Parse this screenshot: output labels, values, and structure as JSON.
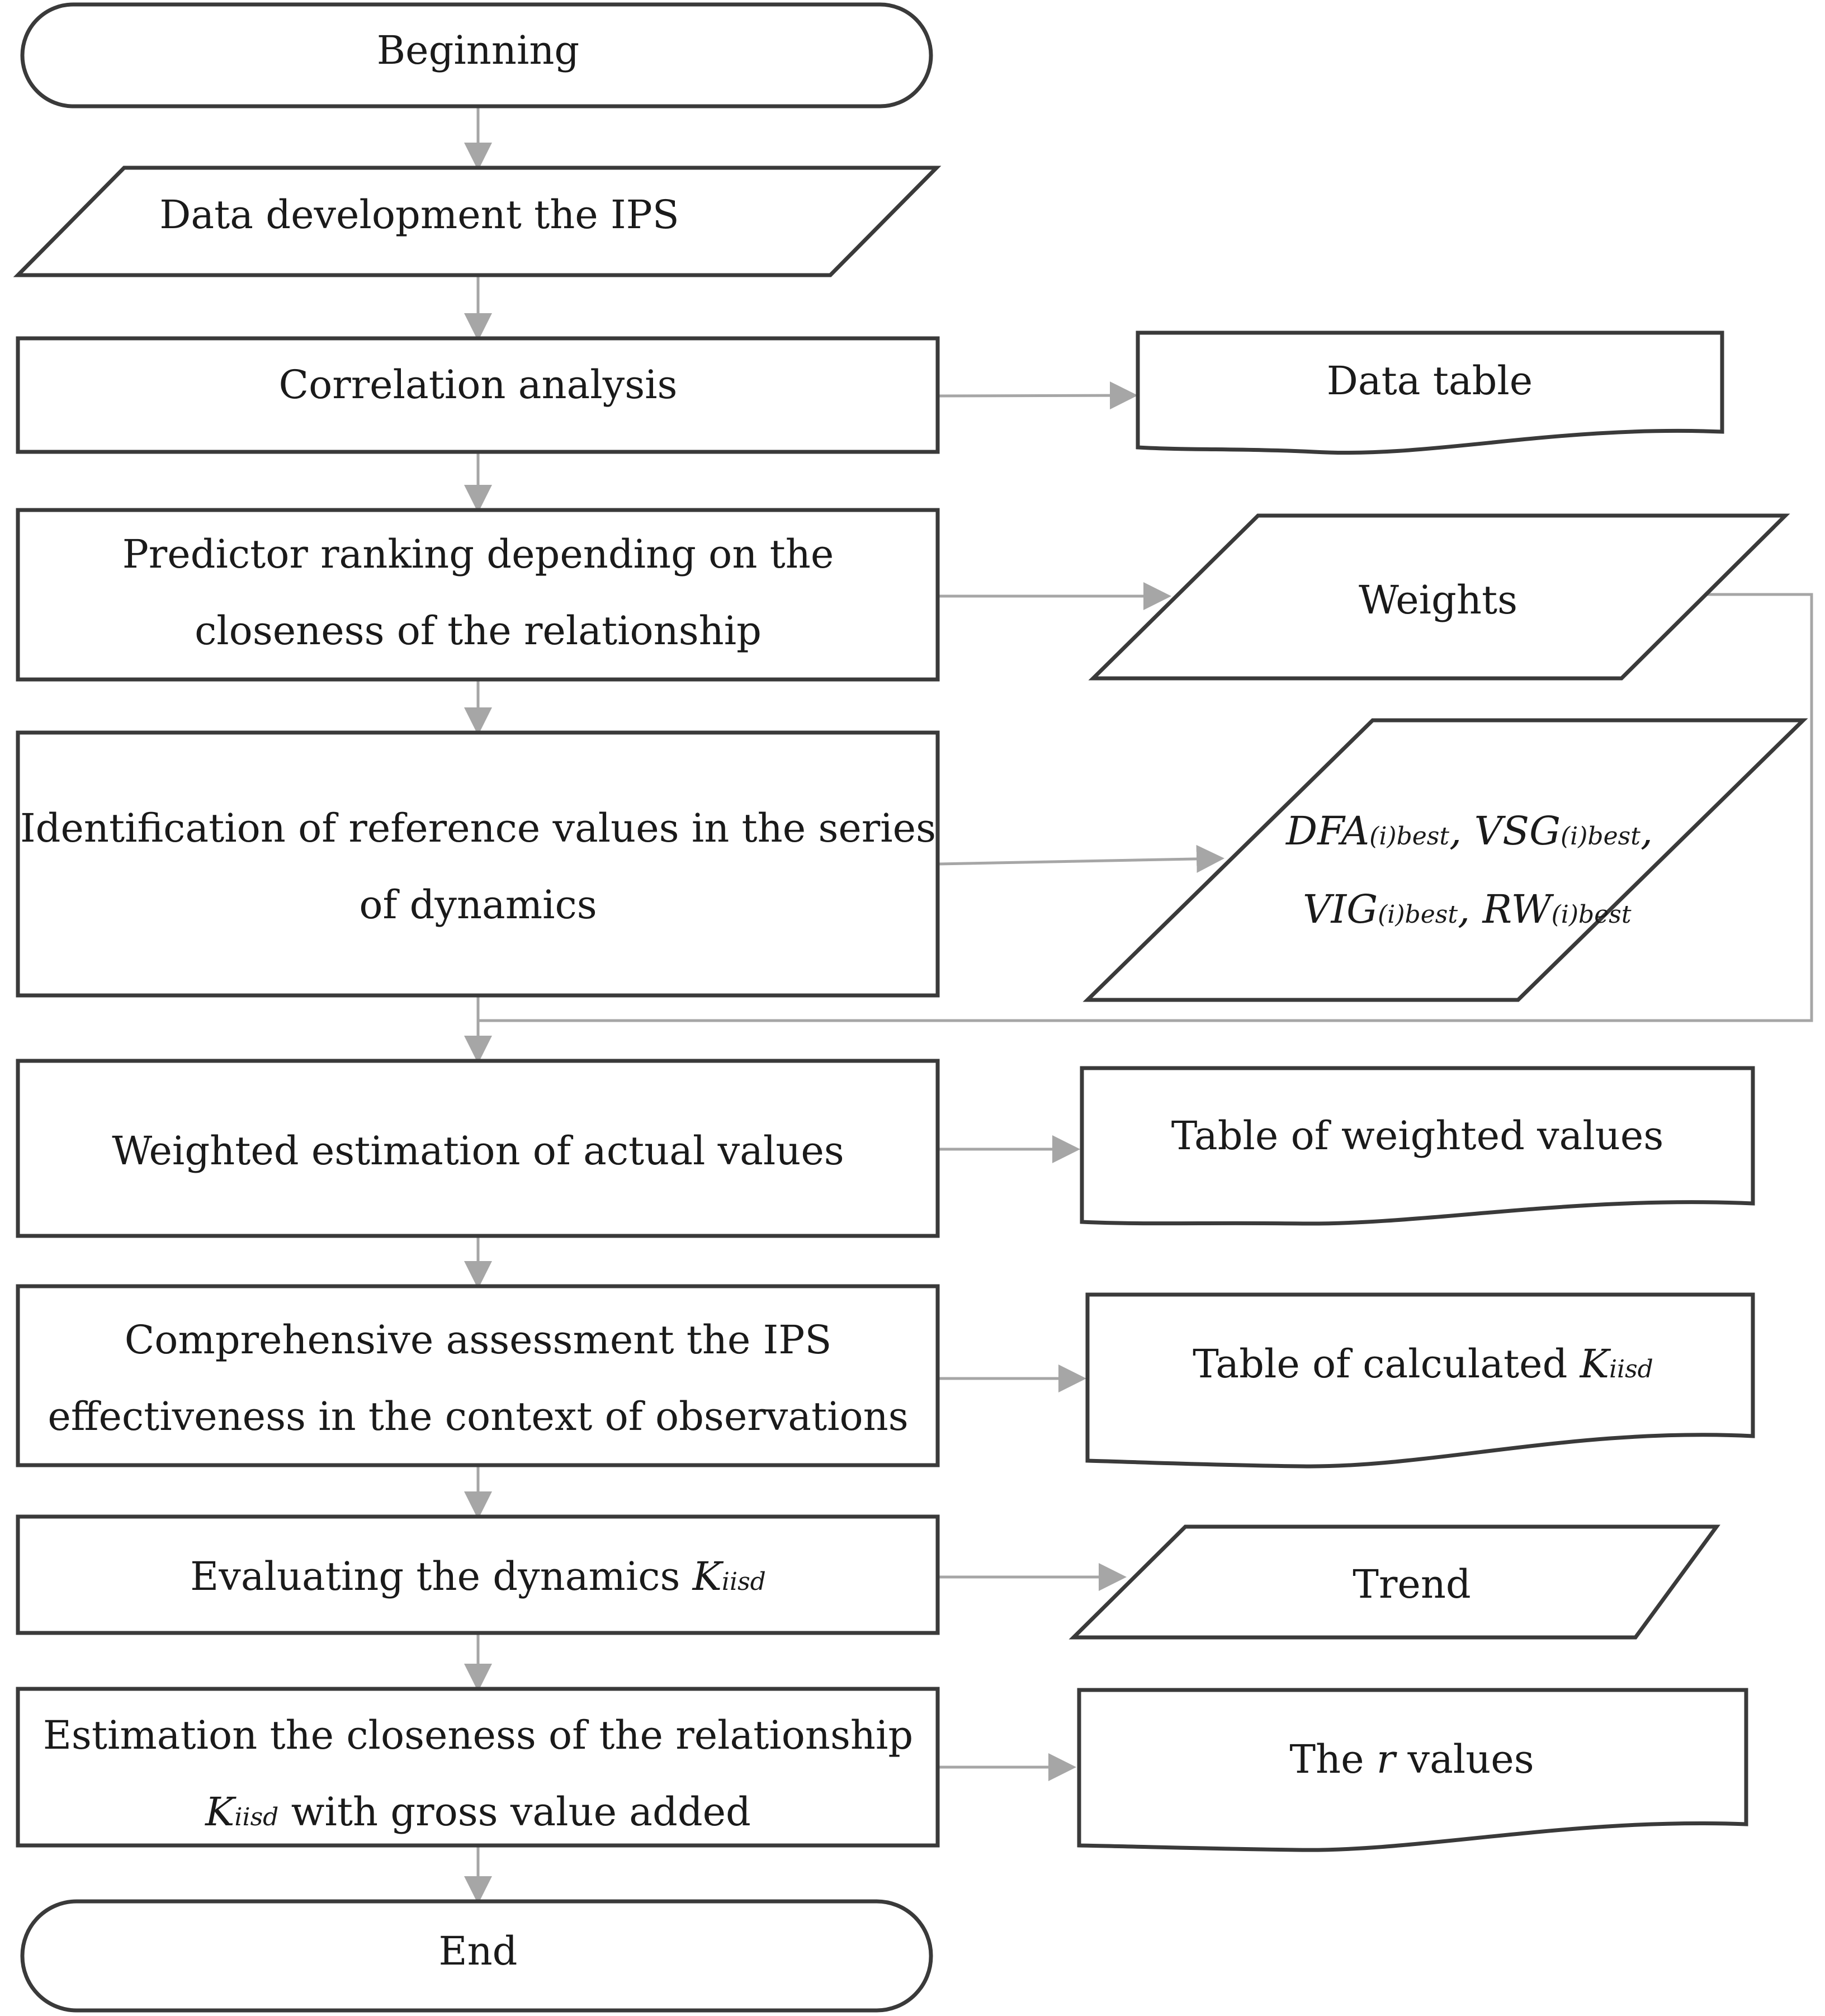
{
  "flowchart": {
    "start": "Beginning",
    "data_input": "Data development the IPS",
    "correlation": "Correlation analysis",
    "ranking_line1": "Predictor ranking depending on the",
    "ranking_line2": "closeness of the relationship",
    "identification_line1": "Identification of reference values in the series",
    "identification_line2": "of dynamics",
    "weighted": "Weighted estimation of actual values",
    "comprehensive_line1": "Comprehensive assessment the IPS",
    "comprehensive_line2": "effectiveness in the context of observations",
    "evaluating_prefix": "Evaluating the dynamics ",
    "evaluating_var": "K",
    "evaluating_sub": "iisd",
    "estimation_line1": "Estimation the closeness of the relationship",
    "estimation_var": "K",
    "estimation_sub": "iisd",
    "estimation_suffix": " with gross value added",
    "end": "End"
  },
  "outputs": {
    "data_table": "Data table",
    "weights": "Weights",
    "refs": {
      "dfa": "DFA",
      "vsg": "VSG",
      "vig": "VIG",
      "rw": "RW",
      "sub": "(i)best",
      "sep1": ", ",
      "sep2": ",",
      "sep3": ", "
    },
    "weighted_table": "Table of weighted values",
    "calc_prefix": "Table of calculated ",
    "calc_var": "K",
    "calc_sub": "iisd",
    "trend": "Trend",
    "r_prefix": "The ",
    "r_var": "r",
    "r_suffix": " values"
  },
  "colors": {
    "stroke": "#3a3a3a",
    "connector": "#a6a6a6",
    "text": "#1a1a1a"
  }
}
